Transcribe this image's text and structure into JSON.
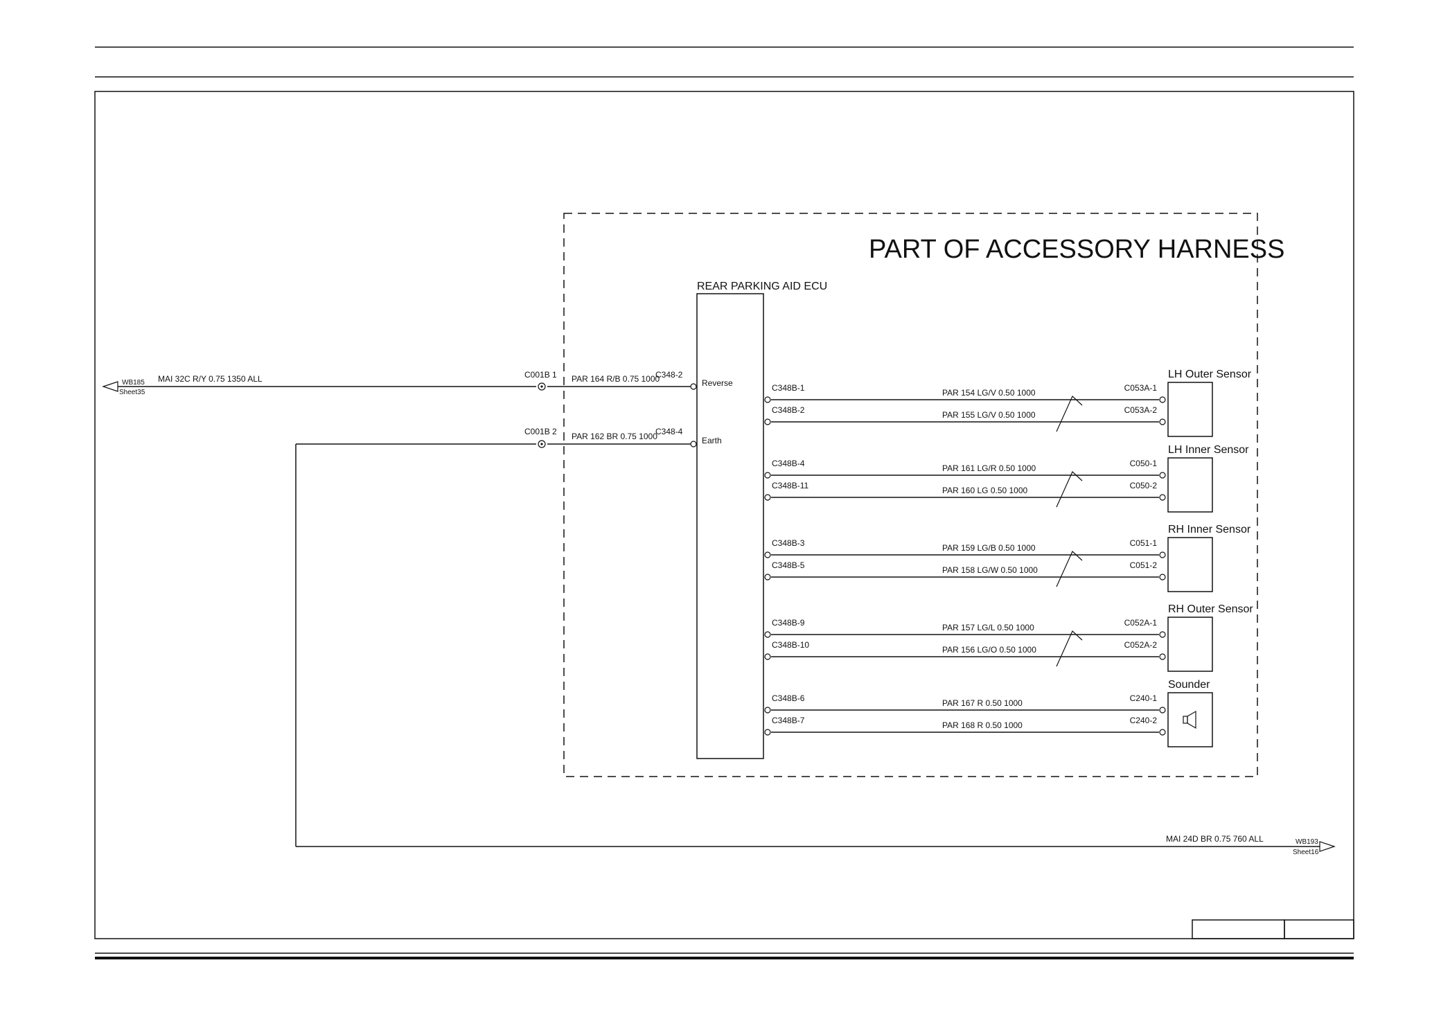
{
  "title": "PART OF ACCESSORY HARNESS",
  "ecu": {
    "name": "REAR PARKING AID ECU",
    "reverse_label": "Reverse",
    "earth_label": "Earth"
  },
  "left_feeds": [
    {
      "ref": "WB185",
      "sheet": "Sheet35",
      "wire": "MAI  32C R/Y 0.75 1350 ALL",
      "conn": "C001B 1",
      "par_wire": "PAR 164 R/B 0.75 1000",
      "ecu_pin": "C348-2"
    },
    {
      "conn": "C001B 2",
      "par_wire": "PAR 162 BR 0.75 1000",
      "ecu_pin": "C348-4"
    }
  ],
  "return_wire": {
    "wire": "MAI  24D BR 0.75 760 ALL",
    "ref": "WB193",
    "sheet": "Sheet16"
  },
  "components": [
    {
      "name": "LH Outer Sensor",
      "pins": [
        {
          "ecu_pin": "C348B-1",
          "wire": "PAR  154 LG/V 0.50 1000",
          "comp_pin": "C053A-1"
        },
        {
          "ecu_pin": "C348B-2",
          "wire": "PAR  155 LG/V 0.50 1000",
          "comp_pin": "C053A-2"
        }
      ]
    },
    {
      "name": "LH Inner Sensor",
      "pins": [
        {
          "ecu_pin": "C348B-4",
          "wire": "PAR  161 LG/R 0.50 1000",
          "comp_pin": "C050-1"
        },
        {
          "ecu_pin": "C348B-11",
          "wire": "PAR  160 LG 0.50 1000",
          "comp_pin": "C050-2"
        }
      ]
    },
    {
      "name": "RH Inner Sensor",
      "pins": [
        {
          "ecu_pin": "C348B-3",
          "wire": "PAR  159 LG/B 0.50 1000",
          "comp_pin": "C051-1"
        },
        {
          "ecu_pin": "C348B-5",
          "wire": "PAR  158 LG/W 0.50 1000",
          "comp_pin": "C051-2"
        }
      ]
    },
    {
      "name": "RH Outer Sensor",
      "pins": [
        {
          "ecu_pin": "C348B-9",
          "wire": "PAR  157 LG/L 0.50 1000",
          "comp_pin": "C052A-1"
        },
        {
          "ecu_pin": "C348B-10",
          "wire": "PAR  156 LG/O 0.50 1000",
          "comp_pin": "C052A-2"
        }
      ]
    },
    {
      "name": "Sounder",
      "pins": [
        {
          "ecu_pin": "C348B-6",
          "wire": "PAR   167 R 0.50 1000",
          "comp_pin": "C240-1"
        },
        {
          "ecu_pin": "C348B-7",
          "wire": "PAR   168 R 0.50 1000",
          "comp_pin": "C240-2"
        }
      ]
    }
  ]
}
